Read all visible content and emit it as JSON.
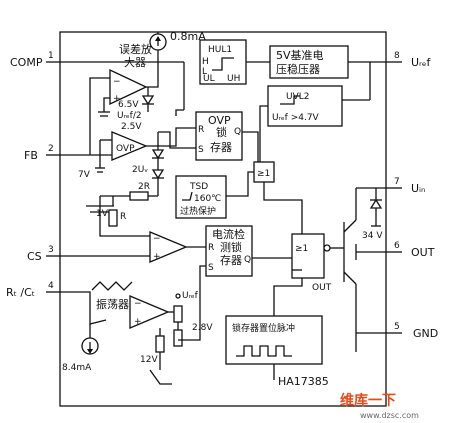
{
  "pins": {
    "p1": {
      "num": "1",
      "name": "COMP"
    },
    "p2": {
      "num": "2",
      "name": "FB"
    },
    "p3": {
      "num": "3",
      "name": "CS"
    },
    "p4": {
      "num": "4",
      "name": "Rₜ /Cₜ"
    },
    "p5": {
      "num": "5",
      "name": "GND"
    },
    "p6": {
      "num": "6",
      "name": "OUT"
    },
    "p7": {
      "num": "7",
      "name": "Uᵢₙ"
    },
    "p8": {
      "num": "8",
      "name": "Uᵣₑf"
    }
  },
  "blocks": {
    "error_amp": {
      "line1": "误差放",
      "line2": "大器"
    },
    "uref2": "Uᵣₑf/2",
    "ovp_comp": "OVP",
    "ovp_latch": {
      "l1": "OVP",
      "l2": "锁",
      "l3": "存器",
      "r": "R",
      "s": "S",
      "q": "Q"
    },
    "hul": {
      "name": "HUL1",
      "h": "H",
      "l": "L",
      "ul": "UL",
      "uh": "UH"
    },
    "ref5v": {
      "line1": "5V基准电",
      "line2": "压稳压器"
    },
    "uvl": {
      "name": "UVL2",
      "cond": "Uᵣₑf >4.7V"
    },
    "tsd": {
      "name": "TSD",
      "temp": "160℃",
      "desc": "过热保护"
    },
    "ge1_small": "≥1",
    "cs_latch": {
      "l1": "电流检",
      "l2": "测锁",
      "l3": "存器",
      "r": "R",
      "s": "S",
      "q": "Q"
    },
    "ge1_gate": "≥1",
    "out_label": "OUT",
    "oscillator": "振荡器",
    "latch_reset": "锁存器置位脉冲",
    "chip": "HA17385"
  },
  "values": {
    "i_top": "0.8mA",
    "v65": "6.5V",
    "v25": "2.5V",
    "v7": "7V",
    "uf": "2Uᵥ",
    "r2": "2R",
    "r": "R",
    "v1": "1V",
    "uref_small": "Uᵣₑf",
    "v28": "2.8V",
    "v12": "12V",
    "i_bottom": "8.4mA",
    "zener": "34 V"
  },
  "watermark": {
    "cn": "维库一下",
    "url": "www.dzsc.com"
  }
}
